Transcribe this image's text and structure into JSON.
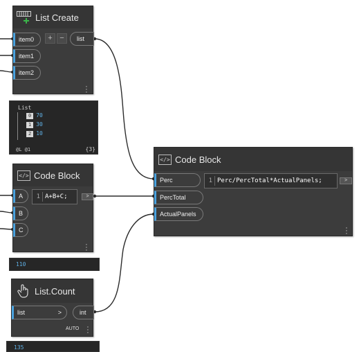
{
  "nodes": {
    "list_create": {
      "title": "List Create",
      "icon": "list-create-icon",
      "inputs": [
        "item0",
        "item1",
        "item2"
      ],
      "output": "list",
      "add_label": "+",
      "remove_label": "−"
    },
    "list_preview": {
      "header": "List",
      "items": [
        {
          "index": "0",
          "value": "70"
        },
        {
          "index": "1",
          "value": "30"
        },
        {
          "index": "2",
          "value": "10"
        }
      ],
      "levels": "@L @1",
      "count": "{3}"
    },
    "code_block_small": {
      "title": "Code Block",
      "icon_text": "</>",
      "inputs": [
        "A",
        "B",
        "C"
      ],
      "line_number": "1",
      "code": "A+B+C;",
      "output_arrow": ">"
    },
    "sum_preview": {
      "value": "110"
    },
    "list_count": {
      "title": "List.Count",
      "icon": "hand-pointer-icon",
      "input": "list",
      "input_arrow": ">",
      "output": "int",
      "lacing": "AUTO"
    },
    "count_preview": {
      "value": "135"
    },
    "code_block_large": {
      "title": "Code Block",
      "icon_text": "</>",
      "inputs": [
        "Perc",
        "PercTotal",
        "ActualPanels"
      ],
      "line_number": "1",
      "code": "Perc/PercTotal*ActualPanels;",
      "output_arrow": ">"
    }
  },
  "colors": {
    "canvas": "#ffffff",
    "node_body": "#3c3c3c",
    "node_header": "#353535",
    "port_accent": "#4aa3df",
    "wire": "#2b2b2b",
    "preview_bg": "#262626",
    "preview_number": "#5fb0e5",
    "add_icon": "#3bb54a"
  }
}
